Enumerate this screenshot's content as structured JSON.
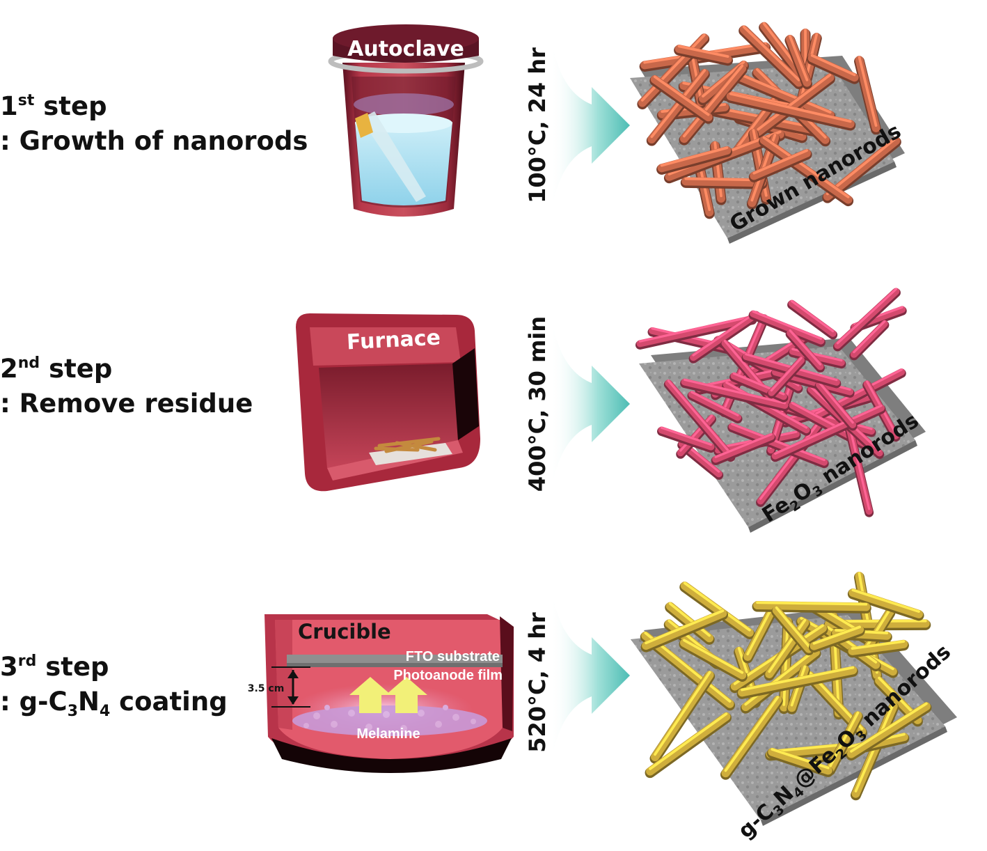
{
  "steps": [
    {
      "num": "1",
      "suffix": "st",
      "word": "step",
      "desc": ": Growth of nanorods",
      "apparatus": "Autoclave",
      "condition": "100°C, 24 hr",
      "product": "Grown nanorods",
      "rod_color": "#c8684a"
    },
    {
      "num": "2",
      "suffix": "nd",
      "word": "step",
      "desc": ": Remove residue",
      "apparatus": "Furnace",
      "condition": "400°C, 30 min",
      "product_prefix": "Fe",
      "product_sub1": "2",
      "product_mid": "O",
      "product_sub2": "3",
      "product_suffix": " nanorods",
      "rod_color": "#d44a6e"
    },
    {
      "num": "3",
      "suffix": "rd",
      "word": "step",
      "desc_prefix": ": g-C",
      "desc_sub1": "3",
      "desc_mid": "N",
      "desc_sub2": "4",
      "desc_suffix": " coating",
      "apparatus": "Crucible",
      "condition": "520°C, 4 hr",
      "crucible_labels": {
        "fto": "FTO substrate",
        "film": "Photoanode film",
        "distance": "3.5 cm",
        "precursor": "Melamine"
      },
      "product_parts": [
        "g-C",
        "3",
        "N",
        "4",
        "@Fe",
        "2",
        "O",
        "3",
        " nanorods"
      ],
      "rod_color": "#cfae3c"
    }
  ],
  "colors": {
    "apparatus": "#b8384a",
    "arrow": "#5fc8c0",
    "substrate": "#9a9a9a"
  }
}
